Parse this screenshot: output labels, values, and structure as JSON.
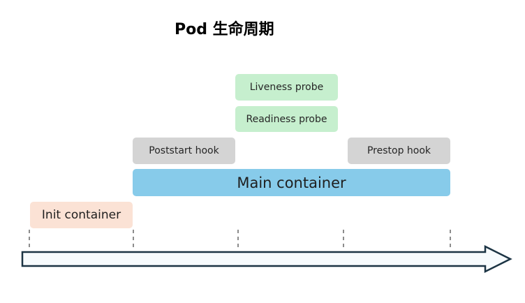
{
  "title": "Pod 生命周期",
  "boxes": {
    "liveness_probe": "Liveness probe",
    "readiness_probe": "Readiness probe",
    "poststart_hook": "Poststart hook",
    "prestop_hook": "Prestop hook",
    "main_container": "Main container",
    "init_container": "Init container"
  },
  "colors": {
    "probe": "#c6efce",
    "hook": "#d4d4d4",
    "main": "#87cbea",
    "init": "#fbe2d5",
    "arrow_fill": "#f7fbfd",
    "arrow_stroke": "#1c3444"
  }
}
